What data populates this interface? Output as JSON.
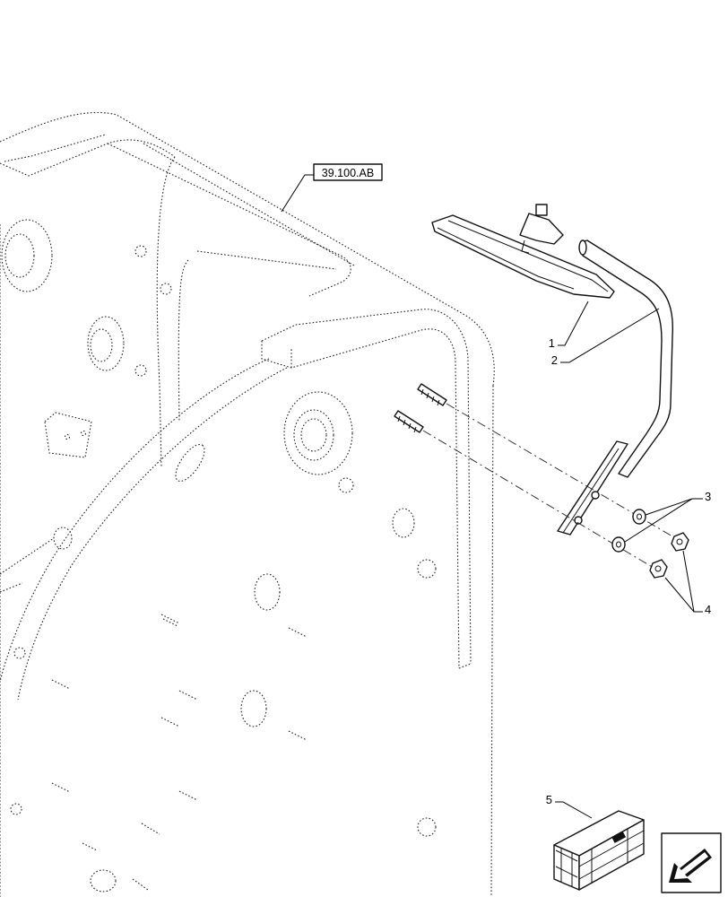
{
  "reference_box": {
    "label": "39.100.AB"
  },
  "callouts": [
    {
      "id": "1",
      "label": "1"
    },
    {
      "id": "2",
      "label": "2"
    },
    {
      "id": "3",
      "label": "3"
    },
    {
      "id": "4",
      "label": "4"
    },
    {
      "id": "5",
      "label": "5"
    }
  ],
  "icons": {
    "kit": "kit-crate-icon",
    "nav": "back-arrow-icon"
  }
}
